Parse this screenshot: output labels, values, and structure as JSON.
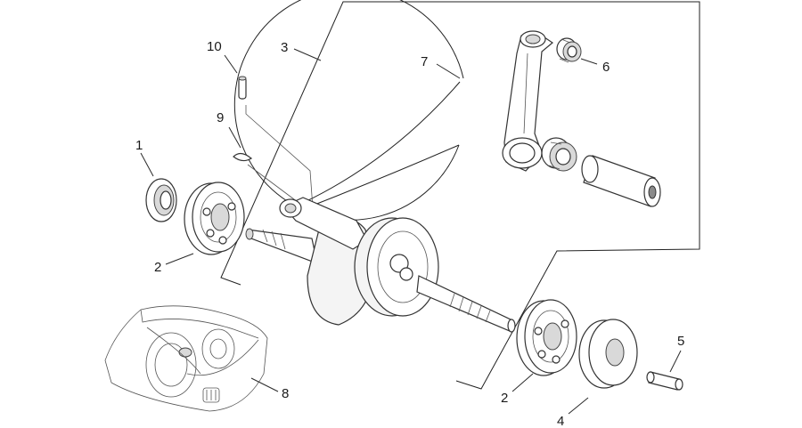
{
  "diagram": {
    "callouts": [
      {
        "id": "c1",
        "label": "1"
      },
      {
        "id": "c2a",
        "label": "2"
      },
      {
        "id": "c2b",
        "label": "2"
      },
      {
        "id": "c3",
        "label": "3"
      },
      {
        "id": "c4",
        "label": "4"
      },
      {
        "id": "c5",
        "label": "5"
      },
      {
        "id": "c6",
        "label": "6"
      },
      {
        "id": "c7",
        "label": "7"
      },
      {
        "id": "c8",
        "label": "8"
      },
      {
        "id": "c9",
        "label": "9"
      },
      {
        "id": "c10",
        "label": "10"
      }
    ]
  }
}
